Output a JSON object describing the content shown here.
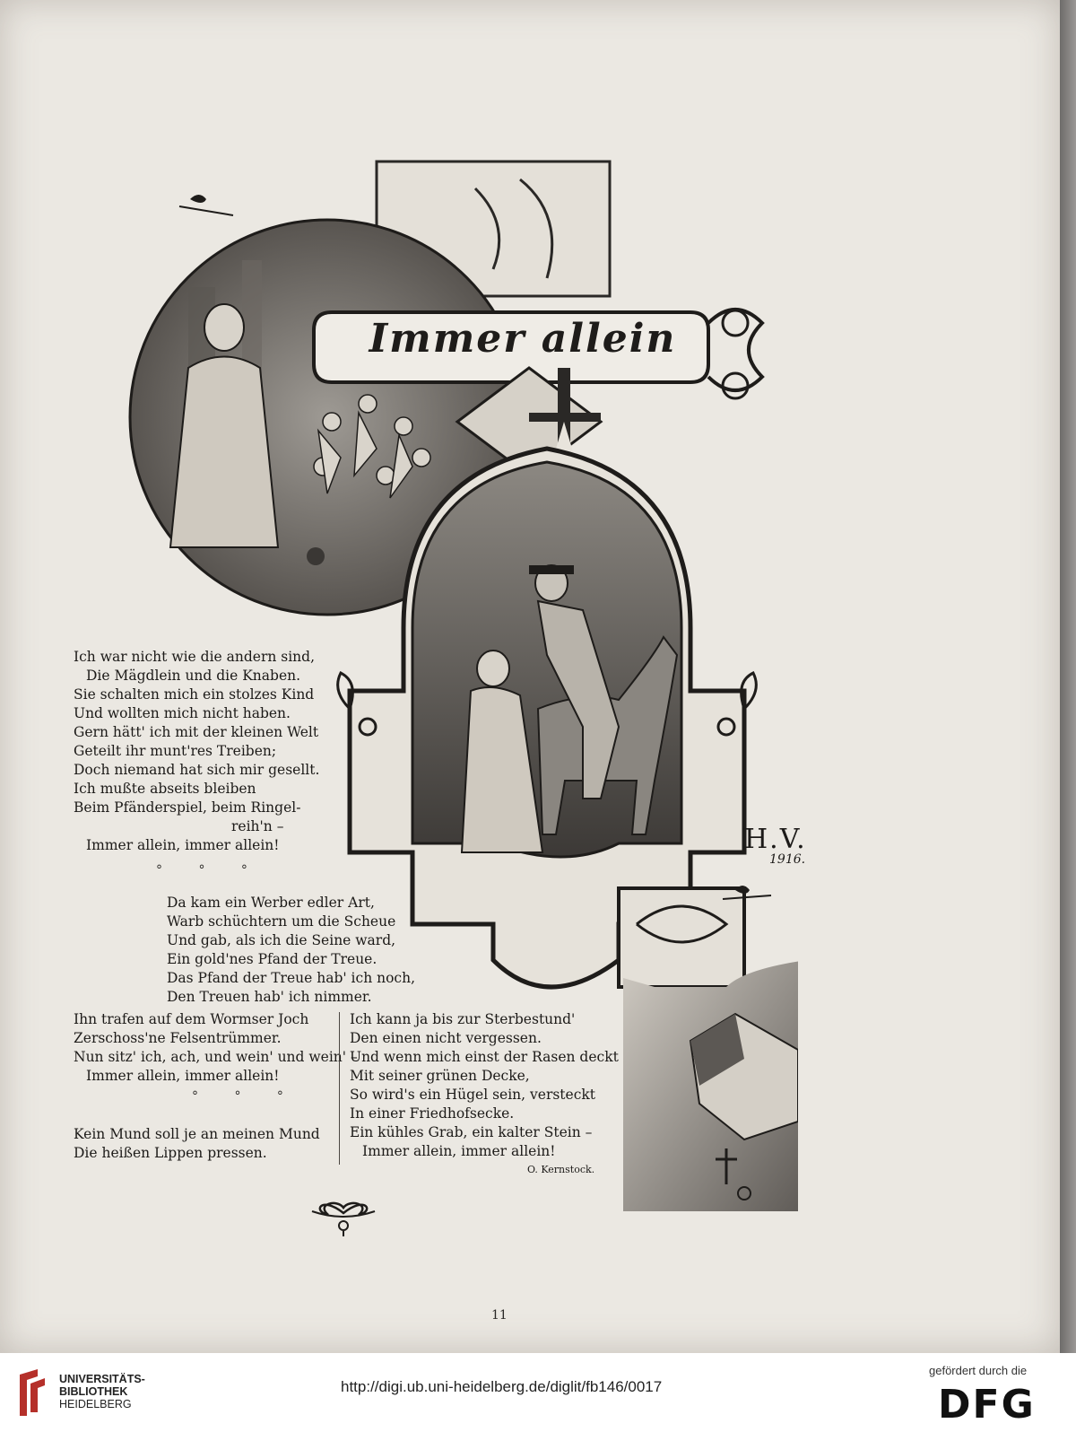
{
  "title": "Immer allein",
  "stanza1": [
    "Ich war nicht wie die andern sind,",
    "Die Mägdlein und die Knaben.",
    "Sie schalten mich ein stolzes Kind",
    "Und wollten mich nicht haben.",
    "Gern hätt' ich mit der kleinen Welt",
    "Geteilt ihr munt'res Treiben;",
    "Doch niemand hat sich mir gesellt.",
    "Ich mußte abseits bleiben",
    "Beim Pfänderspiel, beim Ringel-",
    "reih'n –",
    "Immer allein, immer allein!"
  ],
  "stanza2": [
    "Da kam ein Werber edler Art,",
    "Warb schüchtern um die Scheue",
    "Und gab, als ich die Seine ward,",
    "Ein gold'nes Pfand der Treue.",
    "Das Pfand der Treue hab' ich noch,",
    "Den Treuen hab' ich nimmer."
  ],
  "stanza3": [
    "Ihn trafen auf dem Wormser Joch",
    "Zerschoss'ne Felsentrümmer.",
    "Nun sitz' ich, ach, und wein' und wein' –",
    "Immer allein, immer allein!"
  ],
  "stanza4": [
    "Kein Mund soll je an meinen Mund",
    "Die heißen Lippen pressen."
  ],
  "stanza5": [
    "Ich kann ja bis zur Sterbestund'",
    "Den einen nicht vergessen.",
    "Und wenn mich einst der Rasen deckt",
    "Mit seiner grünen Decke,",
    "So wird's ein Hügel sein, versteckt",
    "In einer Friedhofsecke.",
    "Ein kühles Grab, ein kalter Stein –",
    "Immer allein, immer allein!"
  ],
  "dots": "° ° °",
  "signature": "O. Kernstock.",
  "artist_initials": "H.V.",
  "artist_year": "1916.",
  "page_number": "11",
  "footer": {
    "library_line1": "UNIVERSITÄTS-",
    "library_line2": "BIBLIOTHEK",
    "library_line3": "HEIDELBERG",
    "url": "http://digi.ub.uni-heidelberg.de/diglit/fb146/0017",
    "funded_by": "gefördert durch die",
    "funder": "DFG"
  },
  "colors": {
    "paper": "#ebe8e2",
    "ink": "#1c1a18",
    "logo_red": "#b5302a"
  }
}
